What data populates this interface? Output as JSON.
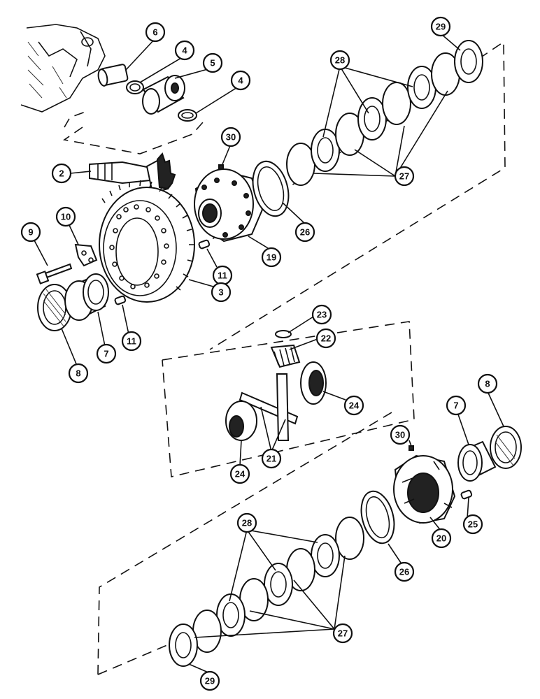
{
  "diagram": {
    "callouts": {
      "c6": "6",
      "c4a": "4",
      "c5": "5",
      "c4b": "4",
      "c29a": "29",
      "c28a": "28",
      "c30a": "30",
      "c2": "2",
      "c27a": "27",
      "c26a": "26",
      "c19": "19",
      "c10": "10",
      "c9": "9",
      "c11a": "11",
      "c3": "3",
      "c11b": "11",
      "c7a": "7",
      "c8a": "8",
      "c23": "23",
      "c22": "22",
      "c24a": "24",
      "c21": "21",
      "c24b": "24",
      "c8b": "8",
      "c7b": "7",
      "c30b": "30",
      "c25": "25",
      "c20": "20",
      "c26b": "26",
      "c28b": "28",
      "c27b": "27",
      "c29b": "29"
    }
  }
}
